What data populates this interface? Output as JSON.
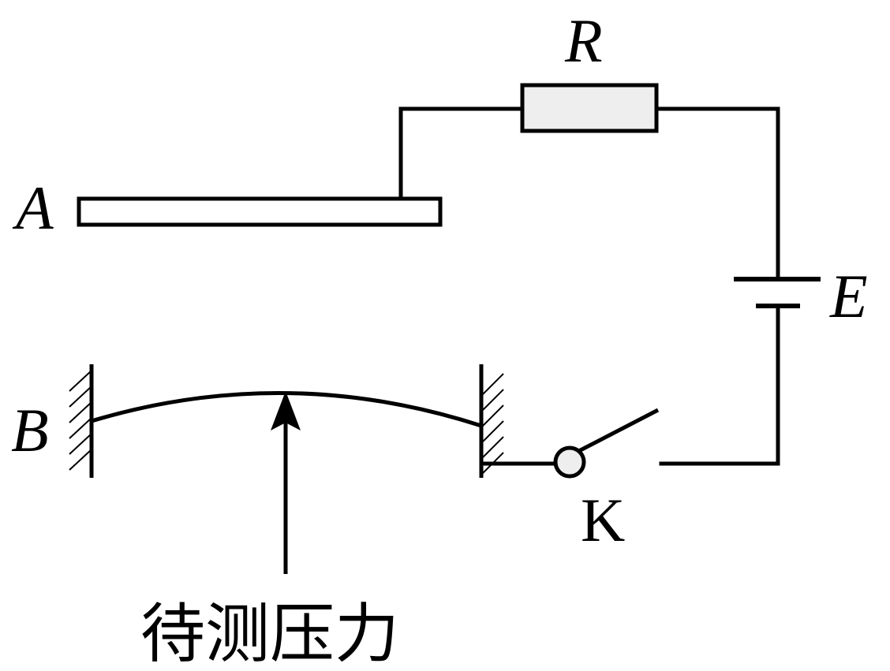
{
  "labels": {
    "plate_a": "A",
    "membrane_b": "B",
    "resistor": "R",
    "battery": "E",
    "switch": "K",
    "force": "待测压力"
  },
  "colors": {
    "resistor_fill": "#eeeeee",
    "line": "#000000",
    "background": "#ffffff"
  }
}
